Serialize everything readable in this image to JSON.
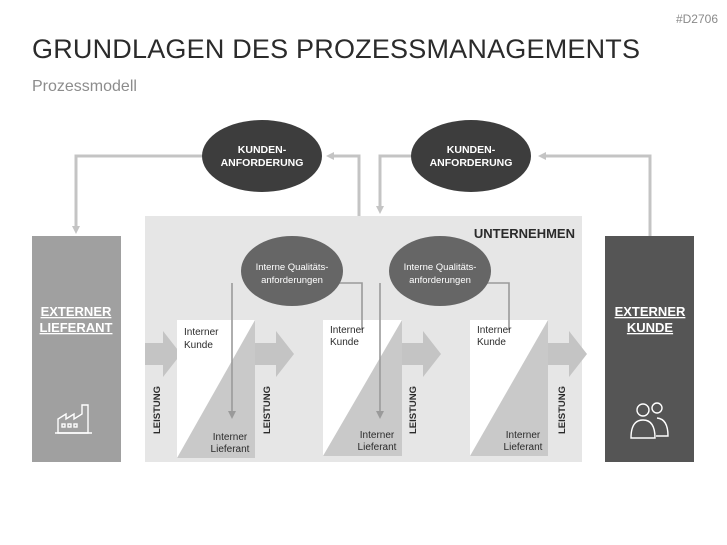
{
  "header": {
    "page_code": "#D2706",
    "title": "GRUNDLAGEN DES PROZESSMANAGEMENTS",
    "subtitle": "Prozessmodell"
  },
  "diagram": {
    "company_label": "UNTERNEHMEN",
    "customer_requirement": [
      "KUNDEN-",
      "ANFORDERUNG"
    ],
    "external_supplier": [
      "EXTERNER",
      "LIEFERANT"
    ],
    "external_customer": [
      "EXTERNER",
      "KUNDE"
    ],
    "internal_quality": [
      "Interne Qualitäts-",
      "anforderungen"
    ],
    "internal_customer": [
      "Interner",
      "Kunde"
    ],
    "internal_supplier": [
      "Interner",
      "Lieferant"
    ],
    "output_label": "LEISTUNG",
    "supplier_icon": "factory-icon",
    "customer_icon": "people-icon"
  },
  "colors": {
    "dark_ellipse": "#3d3d3d",
    "mid_ellipse": "#666666",
    "company_bg": "#e6e6e6",
    "supplier_box": "#a0a0a0",
    "customer_box": "#555555",
    "connector": "#c4c4c4"
  }
}
